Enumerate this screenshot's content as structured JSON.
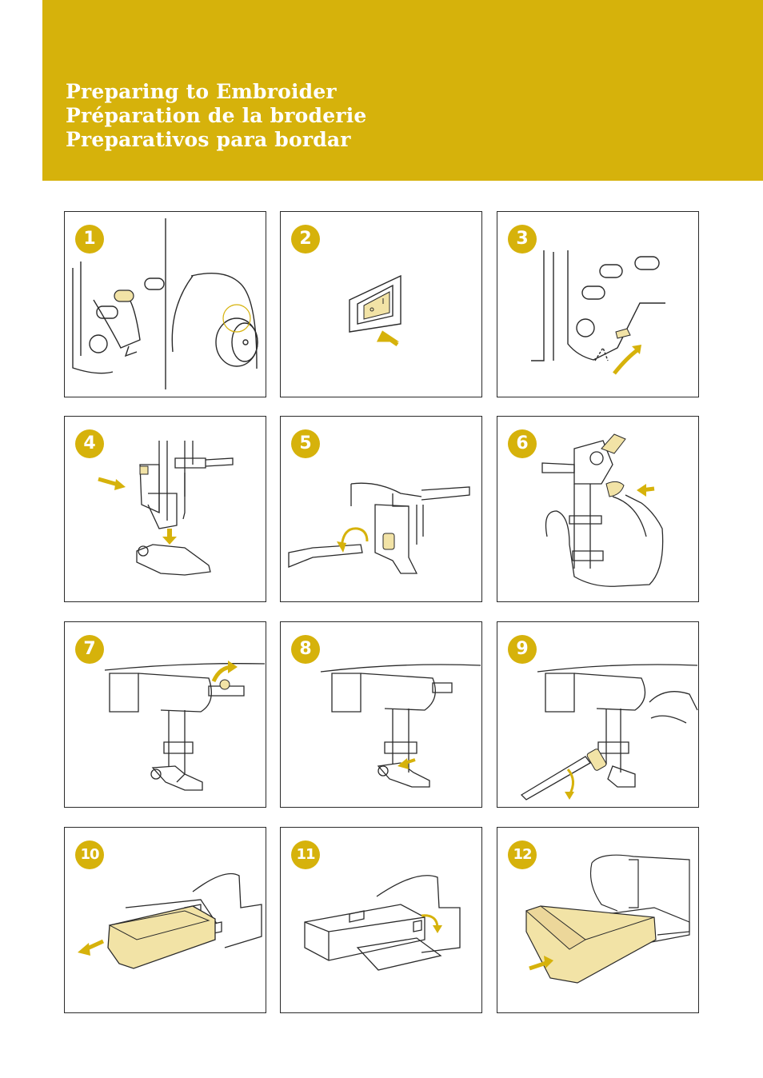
{
  "header": {
    "title_en": "Preparing to Embroider",
    "title_fr": "Préparation de la broderie",
    "title_es": "Preparativos para bordar"
  },
  "colors": {
    "accent": "#d6b20b",
    "highlight": "#f2e3a6",
    "line": "#2a2a2a"
  },
  "steps": [
    {
      "number": "1",
      "illustration": "press-button-and-handwheel"
    },
    {
      "number": "2",
      "illustration": "power-switch-off"
    },
    {
      "number": "3",
      "illustration": "raise-presser-foot-lever"
    },
    {
      "number": "4",
      "illustration": "remove-presser-foot"
    },
    {
      "number": "5",
      "illustration": "loosen-screw-screwdriver"
    },
    {
      "number": "6",
      "illustration": "remove-foot-holder"
    },
    {
      "number": "7",
      "illustration": "attach-embroidery-foot"
    },
    {
      "number": "8",
      "illustration": "position-foot-arm"
    },
    {
      "number": "9",
      "illustration": "tighten-screw"
    },
    {
      "number": "10",
      "illustration": "remove-accessory-tray"
    },
    {
      "number": "11",
      "illustration": "open-connector-cover"
    },
    {
      "number": "12",
      "illustration": "attach-embroidery-unit"
    }
  ]
}
